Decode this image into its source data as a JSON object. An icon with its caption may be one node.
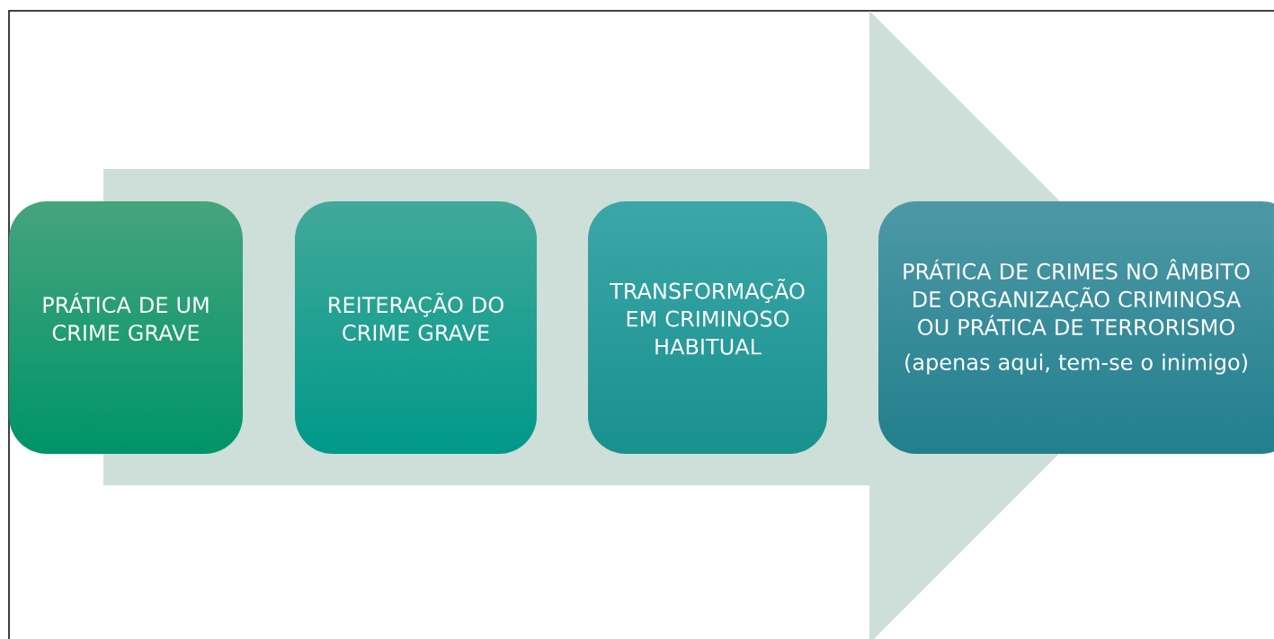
{
  "diagram": {
    "nodes": [
      {
        "text": [
          "PRÁTICA DE UM CRIME GRAVE"
        ]
      },
      {
        "text": [
          "REITERAÇÃO DO CRIME GRAVE"
        ]
      },
      {
        "text": [
          "TRANSFORMAÇÃO EM CRIMINOSO HABITUAL"
        ]
      },
      {
        "text": [
          "PRÁTICA DE CRIMES NO ÂMBITO DE ORGANIZAÇÃO CRIMINOSA OU PRÁTICA DE TERRORISMO",
          "(apenas aqui, tem-se o inimigo)"
        ]
      }
    ],
    "edges": [
      {
        "from": 0,
        "to": 3,
        "arrow": "to"
      }
    ]
  }
}
